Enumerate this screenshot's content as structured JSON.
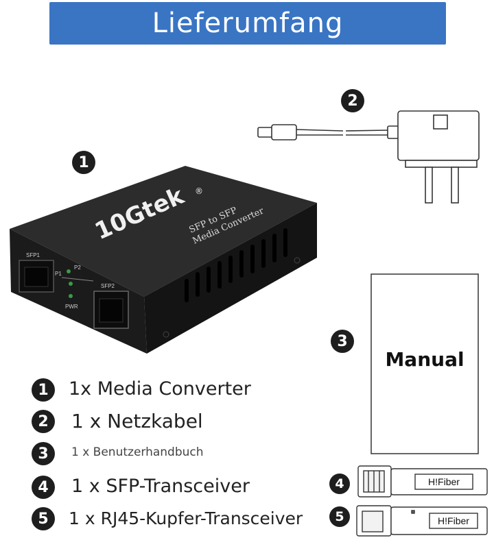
{
  "banner": {
    "title": "Lieferumfang"
  },
  "device": {
    "brand": "10Gtek",
    "reg": "®",
    "line1": "SFP to SFP",
    "line2": "Media Converter",
    "port1": "SFP1",
    "port2": "SFP2",
    "led_p1": "P1",
    "led_p2": "P2",
    "led_pwr": "PWR"
  },
  "manual": {
    "label": "Manual"
  },
  "transceiver": {
    "brand": "H!Fiber"
  },
  "callouts": [
    "1",
    "2",
    "3",
    "4",
    "5"
  ],
  "items": [
    {
      "number": "1",
      "text": "1x  Media Converter"
    },
    {
      "number": "2",
      "text": "1 x Netzkabel"
    },
    {
      "number": "3",
      "text": "1 x Benutzerhandbuch"
    },
    {
      "number": "4",
      "text": "1 x SFP-Transceiver"
    },
    {
      "number": "5",
      "text": "1 x RJ45-Kupfer-Transceiver"
    }
  ],
  "colors": {
    "banner": "#3a75c4",
    "device": "#1c1c1c",
    "badge": "#1e1e1e"
  }
}
